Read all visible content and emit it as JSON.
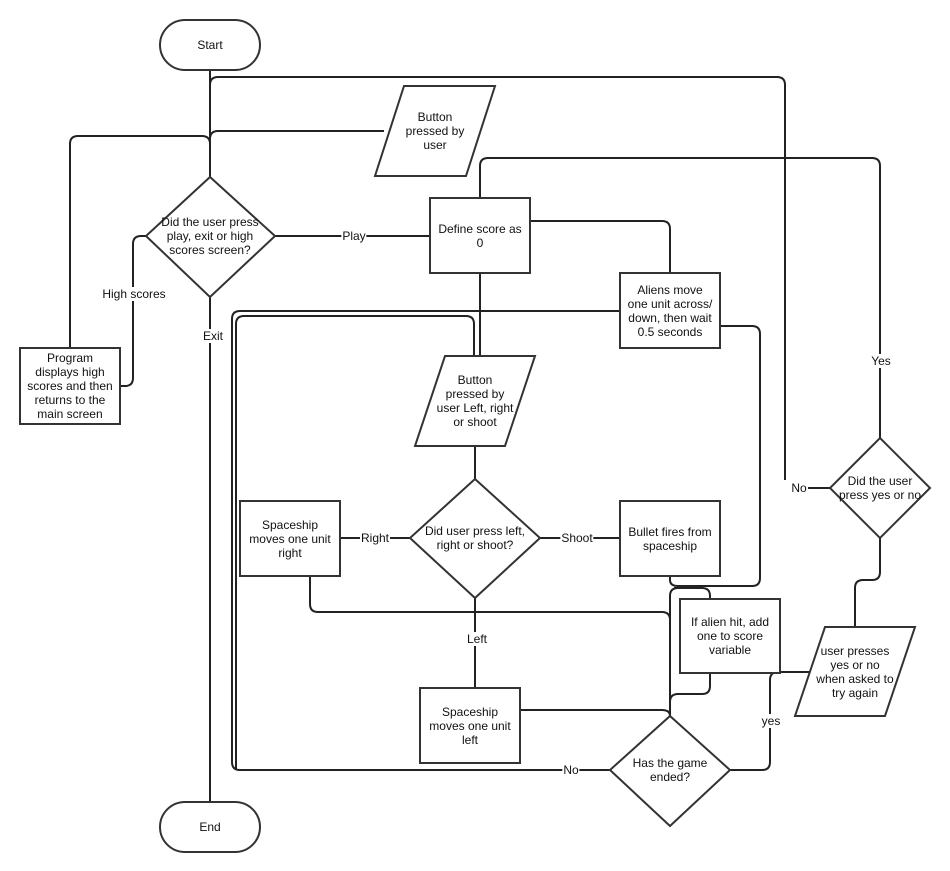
{
  "diagram": {
    "type": "flowchart",
    "nodes": {
      "start": {
        "label": "Start",
        "shape": "terminator"
      },
      "end": {
        "label": "End",
        "shape": "terminator"
      },
      "button_pressed": {
        "label": "Button\npressed by\nuser",
        "shape": "input"
      },
      "main_decision": {
        "label": "Did the user press\nplay, exit or high\nscores screen?",
        "shape": "decision"
      },
      "high_scores": {
        "label": "Program\ndisplays high\nscores and then\nreturns to the\nmain screen",
        "shape": "process"
      },
      "define_score": {
        "label": "Define score as\n0",
        "shape": "process"
      },
      "aliens_move": {
        "label": "Aliens move\none unit across/\ndown, then wait\n0.5 seconds",
        "shape": "process"
      },
      "button_lrs": {
        "label": "Button\npressed by\nuser Left, right\nor shoot",
        "shape": "input"
      },
      "lrs_decision": {
        "label": "Did user press left,\nright or shoot?",
        "shape": "decision"
      },
      "move_right": {
        "label": "Spaceship\nmoves one unit\nright",
        "shape": "process"
      },
      "bullet": {
        "label": "Bullet fires from\nspaceship",
        "shape": "process"
      },
      "move_left": {
        "label": "Spaceship\nmoves one unit\nleft",
        "shape": "process"
      },
      "alien_hit": {
        "label": "If alien hit, add\none to score\nvariable",
        "shape": "process"
      },
      "game_ended": {
        "label": "Has the game\nended?",
        "shape": "decision"
      },
      "try_again": {
        "label": "user presses\nyes or no\nwhen asked to\ntry again",
        "shape": "input"
      },
      "yes_no_decision": {
        "label": "Did the user\npress yes or no",
        "shape": "decision"
      }
    },
    "edge_labels": {
      "play": "Play",
      "high_scores": "High scores",
      "exit": "Exit",
      "right": "Right",
      "shoot": "Shoot",
      "left": "Left",
      "no_game": "No",
      "yes_game": "yes",
      "yes_retry": "Yes",
      "no_retry": "No"
    },
    "colors": {
      "stroke": "#333333",
      "fill": "#ffffff",
      "text": "#111111"
    }
  }
}
